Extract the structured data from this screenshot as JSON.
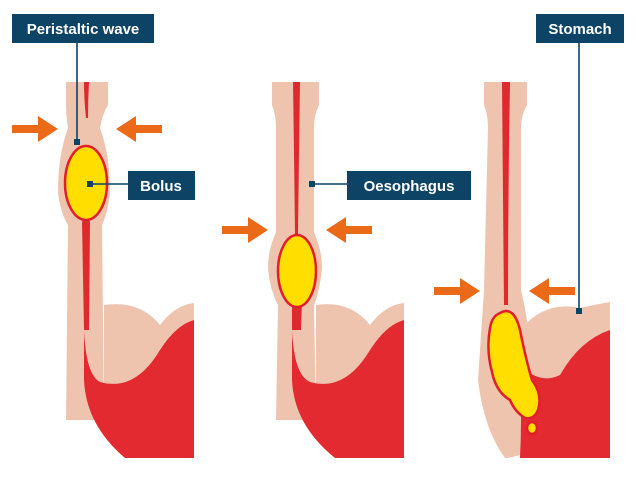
{
  "labels": {
    "peristaltic_wave": "Peristaltic wave",
    "bolus": "Bolus",
    "oesophagus": "Oesophagus",
    "stomach": "Stomach"
  },
  "colors": {
    "tissue": "#EFC4AF",
    "lumen": "#DE2A2E",
    "stomach_inner": "#E22A30",
    "bolus_fill": "#FFDE00",
    "bolus_outline": "#E11E2A",
    "arrow": "#EA6A18",
    "label_box": "#0D4466",
    "label_text": "#FFFFFF",
    "leader_line": "#0D4466"
  },
  "icons": [
    "squeeze-arrow-icon"
  ]
}
